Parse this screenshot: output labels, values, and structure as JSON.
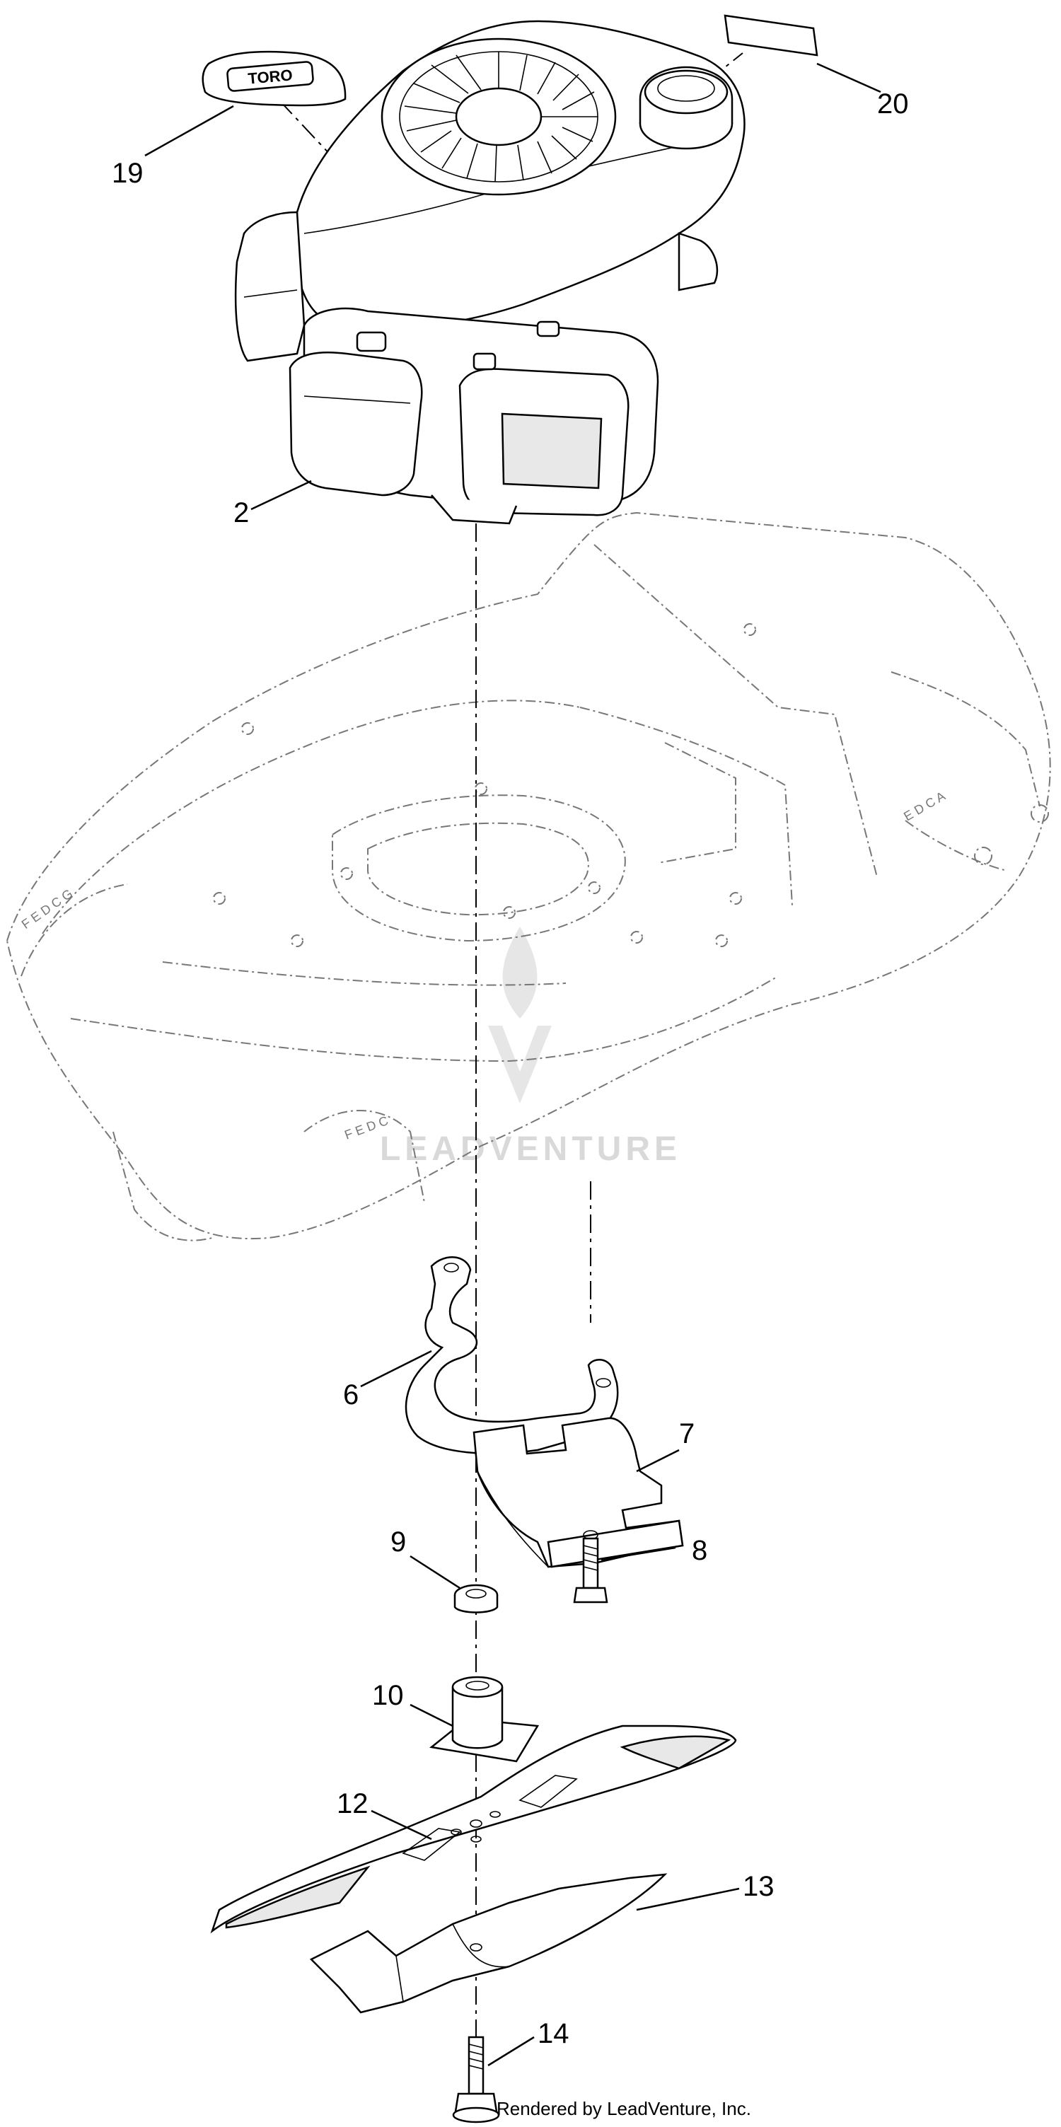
{
  "callouts": [
    {
      "id": "2",
      "label": "2"
    },
    {
      "id": "6",
      "label": "6"
    },
    {
      "id": "7",
      "label": "7"
    },
    {
      "id": "8",
      "label": "8"
    },
    {
      "id": "9",
      "label": "9"
    },
    {
      "id": "10",
      "label": "10"
    },
    {
      "id": "12",
      "label": "12"
    },
    {
      "id": "13",
      "label": "13"
    },
    {
      "id": "14",
      "label": "14"
    },
    {
      "id": "19",
      "label": "19"
    },
    {
      "id": "20",
      "label": "20"
    }
  ],
  "decal_19_text": "TORO",
  "deck_markings": {
    "right_rear": "E D C A",
    "left_front": "F E D C G",
    "front_center": "F E D C"
  },
  "watermark": "LEADVENTURE",
  "credit": "Rendered by LeadVenture, Inc."
}
